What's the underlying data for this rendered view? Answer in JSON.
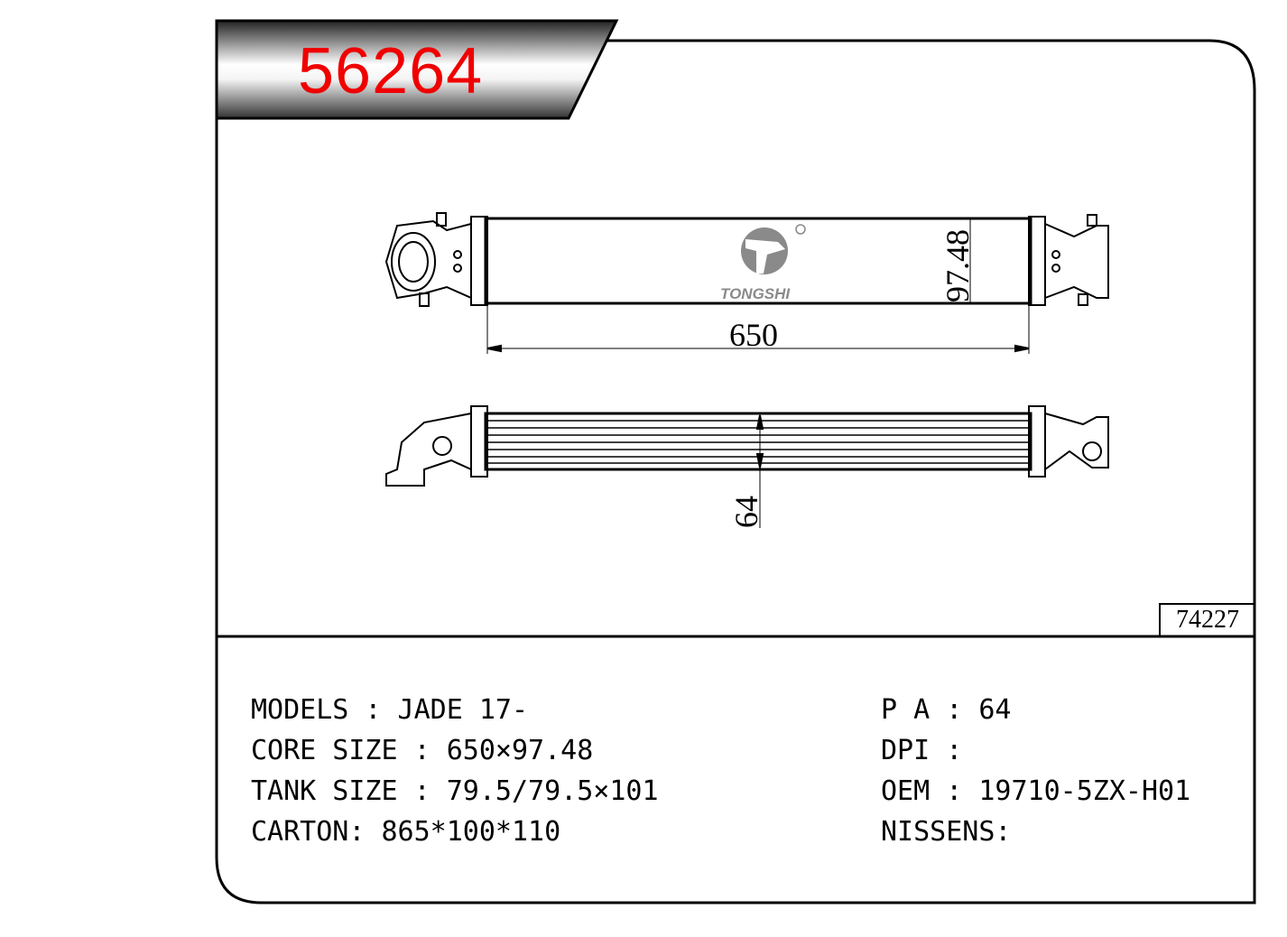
{
  "header": {
    "part_number": "56264",
    "accent_color": "#f00000"
  },
  "drawing": {
    "brand": "TONGSHI",
    "dim_length": "650",
    "dim_height": "97.48",
    "dim_thickness": "64",
    "reference_code": "74227"
  },
  "specs": {
    "left": [
      {
        "label": "MODELS : JADE 17-"
      },
      {
        "label": "CORE SIZE : 650×97.48"
      },
      {
        "label": "TANK SIZE : 79.5/79.5×101"
      },
      {
        "label": "CARTON: 865*100*110"
      }
    ],
    "right": [
      {
        "label": "P A : 64"
      },
      {
        "label": "DPI :"
      },
      {
        "label": "OEM : 19710-5ZX-H01"
      },
      {
        "label": "NISSENS:"
      }
    ]
  }
}
